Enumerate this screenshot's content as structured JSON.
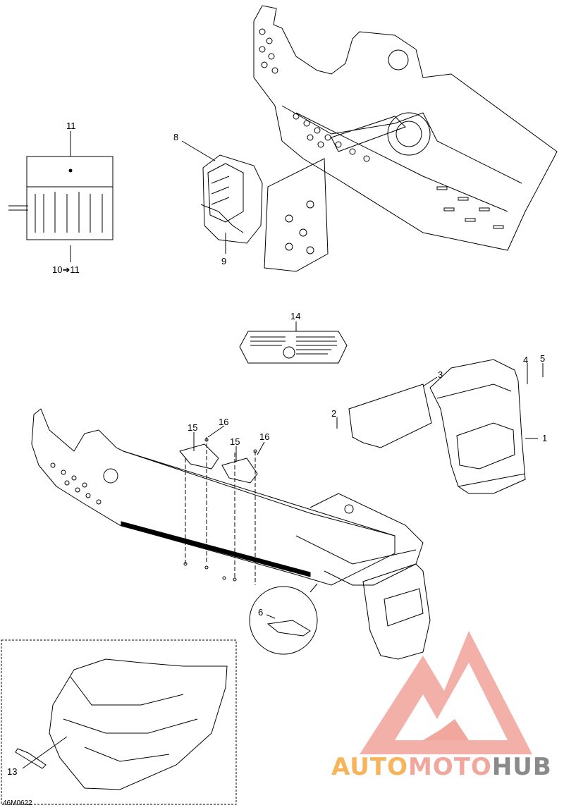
{
  "diagram_code": "46M0622",
  "callouts": {
    "c1": "1",
    "c2": "2",
    "c3": "3",
    "c4": "4",
    "c5": "5",
    "c6": "6",
    "c8": "8",
    "c9": "9",
    "c10": "10➔11",
    "c11": "11",
    "c13": "13",
    "c14": "14",
    "c15a": "15",
    "c15b": "15",
    "c16a": "16",
    "c16b": "16"
  },
  "watermark": {
    "part1": "AUTO",
    "part2": "MOTO",
    "part3": "HUB",
    "colors": {
      "orange": "#f7b45a",
      "pink": "#f2a79e",
      "gray": "#8a8a8a"
    }
  },
  "icons": [
    "frame-icon",
    "bumper-icon",
    "snowflap-icon",
    "toolkit-icon",
    "label-icon",
    "bag-icon",
    "logo-icon"
  ]
}
